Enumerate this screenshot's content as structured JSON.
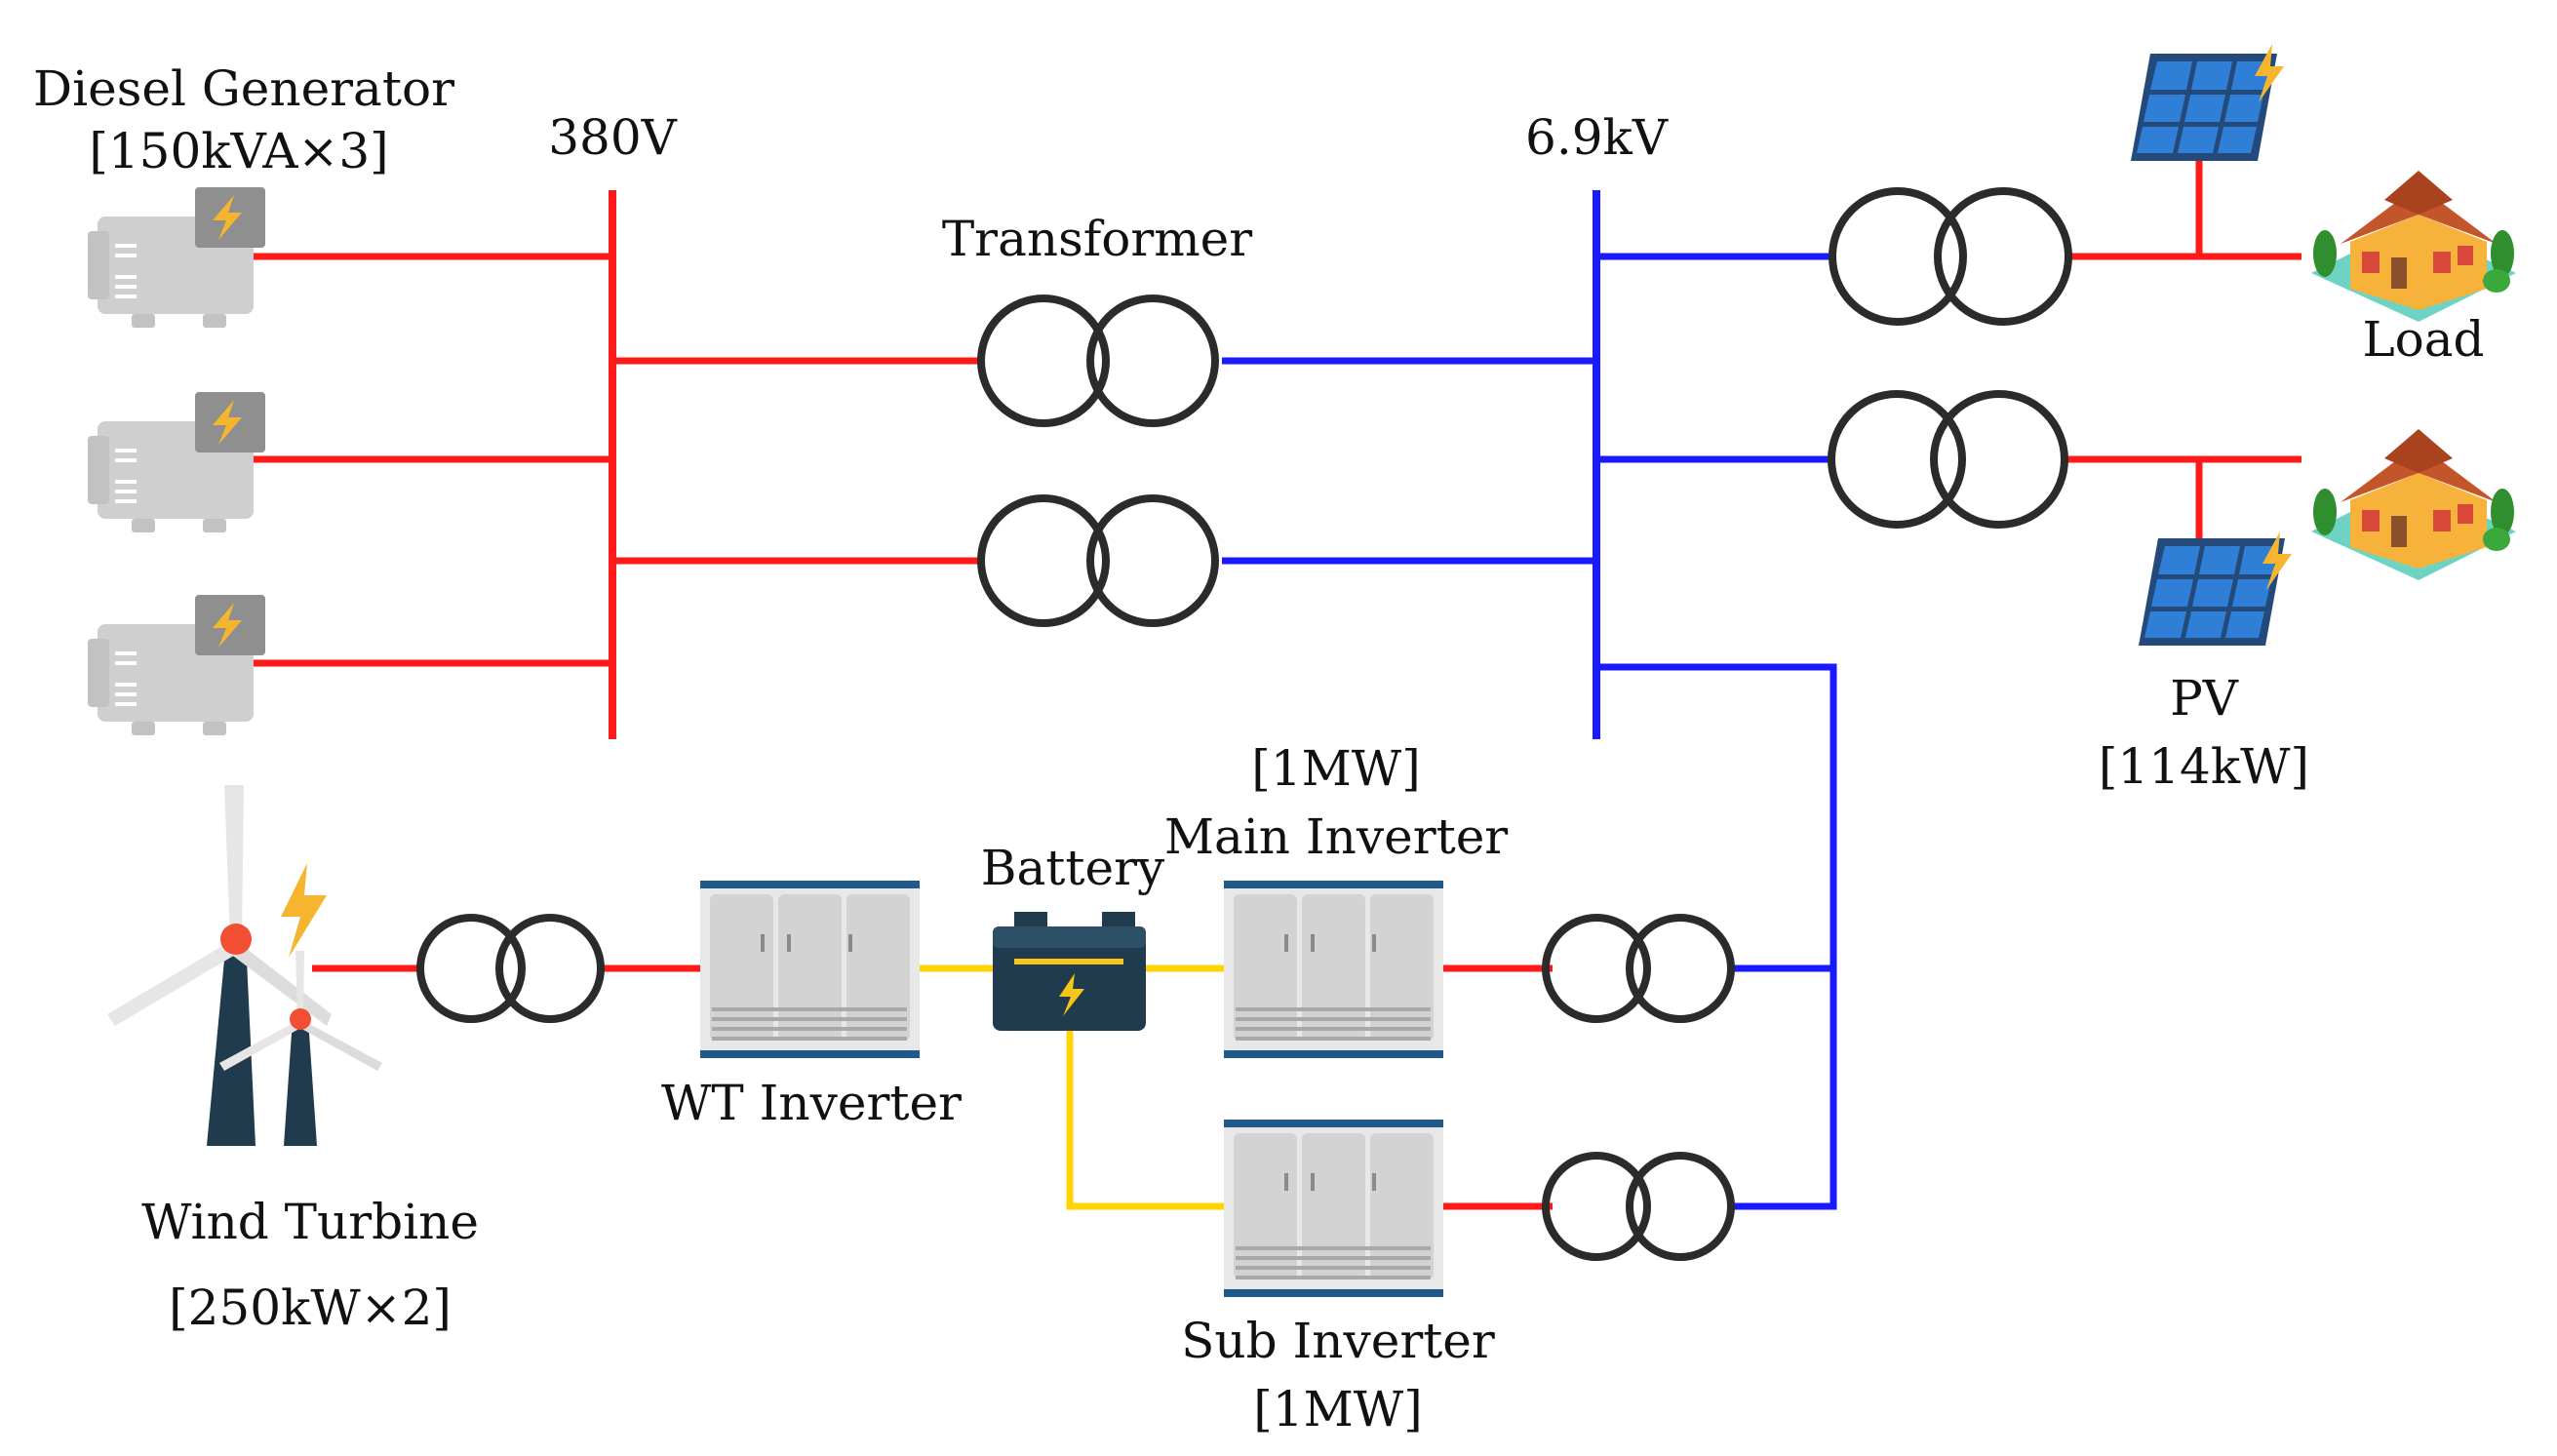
{
  "labels": {
    "diesel_title": "Diesel Generator",
    "diesel_rating": "[150kVA×3]",
    "bus_low": "380V",
    "bus_high": "6.9kV",
    "transformer": "Transformer",
    "load": "Load",
    "pv_title": "PV",
    "pv_rating": "[114kW]",
    "main_inv_rating": "[1MW]",
    "main_inv_title": "Main Inverter",
    "battery": "Battery",
    "wt_inverter": "WT Inverter",
    "wind_title": "Wind Turbine",
    "wind_rating": "[250kW×2]",
    "sub_inv_title": "Sub Inverter",
    "sub_inv_rating": "[1MW]"
  },
  "colors": {
    "ac_low": "#ff1a1a",
    "ac_high": "#1a1aff",
    "dc": "#ffd400",
    "transformer": "#2b2b2b",
    "generator": "#c8c8c8",
    "battery": "#1f3b4d",
    "panel": "#1f5fb0",
    "wind_tower": "#1f3b4d"
  },
  "icons": [
    "generator-icon",
    "solar-panel-icon",
    "house-icon",
    "inverter-icon",
    "battery-icon",
    "wind-turbine-icon",
    "transformer-symbol"
  ]
}
